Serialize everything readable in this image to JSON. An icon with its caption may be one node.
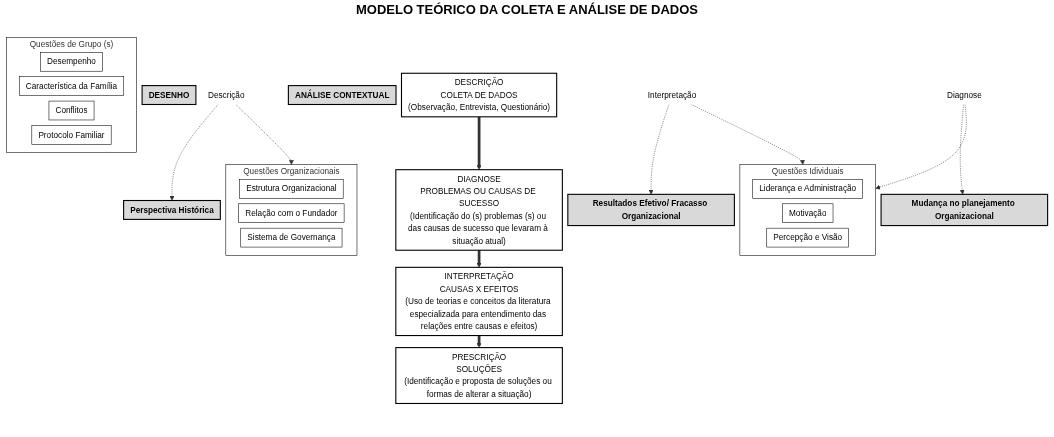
{
  "diagram": {
    "title": "MODELO TEÓRICO DA COLETA E ANÁLISE DE DADOS",
    "nodes": [
      {
        "text": [
          "DESENHO"
        ]
      },
      {
        "text": [
          "DESCRIÇÃO",
          "COLETA DE DADOS",
          "(Observação, Entrevista, Questionário)"
        ]
      },
      {
        "text": [
          "DIAGNOSE",
          "PROBLEMAS OU CAUSAS DE SUCESSO",
          "(Identificação do (s) problemas (s) ou das causas de sucesso que levaram à situação atual)"
        ]
      },
      {
        "text": [
          "INTERPRETAÇÃO",
          "CAUSAS X EFEITOS",
          "(Uso de teorias e conceitos da literatura especializada para entendimento das relações entre causas e efeitos)"
        ]
      },
      {
        "text": [
          "PRESCRIÇÃO",
          "SOLUÇÕES",
          "(Identificação e proposta de soluções ou formas de alterar a situação)"
        ]
      },
      {
        "text": [
          "ANÁLISE CONTEXTUAL"
        ]
      },
      {
        "text": [
          "Interpretação"
        ]
      },
      {
        "text": [
          "Diagnose"
        ]
      },
      {
        "text": [
          "Descrição"
        ]
      },
      {
        "text": [
          "Perspectiva Histórica"
        ]
      },
      {
        "text": [
          "Questões Idividuais"
        ]
      },
      {
        "text": [
          "Liderança e Administração"
        ],
        "in": 10
      },
      {
        "text": [
          "Motivação"
        ],
        "in": 10
      },
      {
        "text": [
          "Percepção e Visão"
        ],
        "in": 10
      },
      {
        "text": [
          "Questões de Grupo (s)"
        ]
      },
      {
        "text": [
          "Desempenho"
        ],
        "in": 14
      },
      {
        "text": [
          "Característica da Família"
        ],
        "in": 14
      },
      {
        "text": [
          "Conflitos"
        ],
        "in": 14
      },
      {
        "text": [
          "Protocolo Familiar"
        ],
        "in": 14
      },
      {
        "text": [
          "Questões Organizacionais"
        ]
      },
      {
        "text": [
          "Estrutura Organizacional"
        ],
        "in": 19
      },
      {
        "text": [
          "Relação com o Fundador"
        ],
        "in": 19
      },
      {
        "text": [
          "Sistema de Governança"
        ],
        "in": 19
      },
      {
        "text": [
          "Mudança no planejamento Organizacional"
        ]
      },
      {
        "text": [
          "Resultados Efetivo/ Fracasso Organizacional"
        ]
      }
    ],
    "edges": [
      {
        "from": 1,
        "to": 2,
        "arrow": "to",
        "style": "thick"
      },
      {
        "from": 2,
        "to": 3,
        "arrow": "to",
        "style": "thick"
      },
      {
        "from": 3,
        "to": 4,
        "arrow": "to",
        "style": "thick"
      },
      {
        "from": 6,
        "to": 10,
        "arrow": "to",
        "style": "dashed"
      },
      {
        "from": 6,
        "to": 24,
        "arrow": "to",
        "style": "dashed"
      },
      {
        "from": 7,
        "to": 10,
        "arrow": "to",
        "style": "dashed"
      },
      {
        "from": 7,
        "to": 23,
        "arrow": "to",
        "style": "dashed"
      },
      {
        "from": 8,
        "to": 9,
        "arrow": "to",
        "style": "dashed"
      },
      {
        "from": 8,
        "to": 19,
        "arrow": "to",
        "style": "dashed"
      }
    ]
  }
}
